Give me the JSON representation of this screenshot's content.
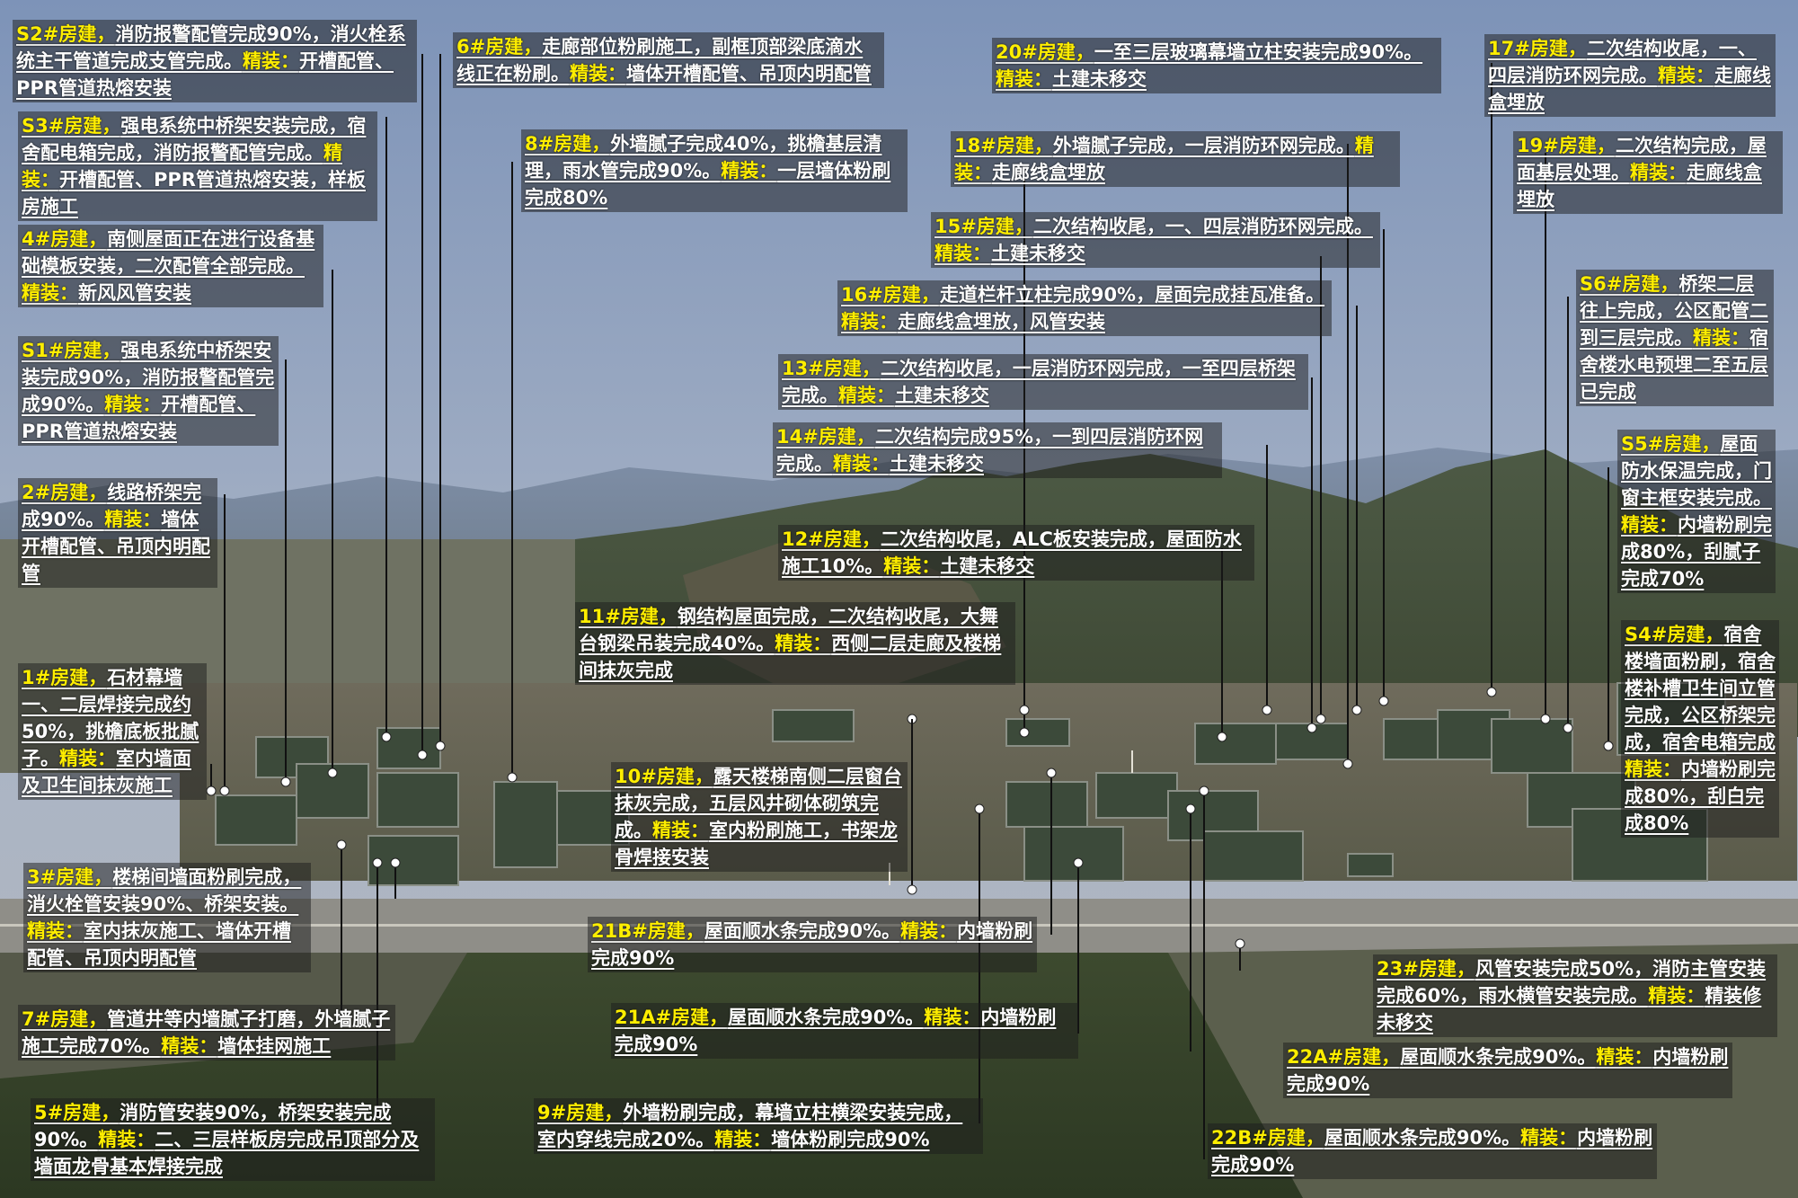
{
  "colors": {
    "building_label": "#ffee00",
    "decoration_label": "#ffee00",
    "text": "#ffffff",
    "label_background": "rgba(28,28,28,0.50)",
    "leader_line": "#111111"
  },
  "annotations": [
    {
      "id": "s2",
      "building": "S2#房建，",
      "progress": "消防报警配管完成90%，消火栓系统主干管道完成支管完成。",
      "decoration_label": "精装：",
      "decoration": "开槽配管、PPR管道热熔安装"
    },
    {
      "id": "s3",
      "building": "S3#房建，",
      "progress": "强电系统中桥架安装完成，宿舍配电箱完成，消防报警配管完成。",
      "decoration_label": "精装：",
      "decoration": "开槽配管、PPR管道热熔安装，样板房施工"
    },
    {
      "id": "b4",
      "building": "4#房建，",
      "progress": "南侧屋面正在进行设备基础模板安装，二次配管全部完成。",
      "decoration_label": "精装：",
      "decoration": "新风风管安装"
    },
    {
      "id": "s1",
      "building": "S1#房建，",
      "progress": "强电系统中桥架安装完成90%，消防报警配管完成90%。",
      "decoration_label": "精装：",
      "decoration": "开槽配管、PPR管道热熔安装"
    },
    {
      "id": "b2",
      "building": "2#房建，",
      "progress": "线路桥架完成90%。",
      "decoration_label": "精装：",
      "decoration": "墙体开槽配管、吊顶内明配管"
    },
    {
      "id": "b1",
      "building": "1#房建，",
      "progress": "石材幕墙一、二层焊接完成约50%，挑檐底板批腻子。",
      "decoration_label": "精装：",
      "decoration": "室内墙面及卫生间抹灰施工"
    },
    {
      "id": "b3",
      "building": "3#房建，",
      "progress": "楼梯间墙面粉刷完成，消火栓管安装90%、桥架安装。",
      "decoration_label": "精装：",
      "decoration": "室内抹灰施工、墙体开槽配管、吊顶内明配管"
    },
    {
      "id": "b7",
      "building": "7#房建，",
      "progress": "管道井等内墙腻子打磨，外墙腻子施工完成70%。",
      "decoration_label": "精装：",
      "decoration": "墙体挂网施工"
    },
    {
      "id": "b5",
      "building": "5#房建，",
      "progress": "消防管安装90%，桥架安装完成90%。",
      "decoration_label": "精装：",
      "decoration": "二、三层样板房完成吊顶部分及墙面龙骨基本焊接完成"
    },
    {
      "id": "b6",
      "building": "6#房建，",
      "progress": "走廊部位粉刷施工，副框顶部梁底滴水线正在粉刷。",
      "decoration_label": "精装：",
      "decoration": "墙体开槽配管、吊顶内明配管"
    },
    {
      "id": "b8",
      "building": "8#房建，",
      "progress": "外墙腻子完成40%，挑檐基层清理，雨水管完成90%。",
      "decoration_label": "精装：",
      "decoration": "一层墙体粉刷完成80%"
    },
    {
      "id": "b20",
      "building": "20#房建，",
      "progress": "一至三层玻璃幕墙立柱安装完成90%。",
      "decoration_label": "精装：",
      "decoration": "土建未移交"
    },
    {
      "id": "b18",
      "building": "18#房建，",
      "progress": "外墙腻子完成，一层消防环网完成。",
      "decoration_label": "精装：",
      "decoration": "走廊线盒埋放"
    },
    {
      "id": "b15",
      "building": "15#房建，",
      "progress": "二次结构收尾，一、四层消防环网完成。",
      "decoration_label": "精装：",
      "decoration": "土建未移交"
    },
    {
      "id": "b16",
      "building": "16#房建，",
      "progress": "走道栏杆立柱完成90%，屋面完成挂瓦准备。",
      "decoration_label": "精装：",
      "decoration": "走廊线盒埋放，风管安装"
    },
    {
      "id": "b13",
      "building": "13#房建，",
      "progress": "二次结构收尾，一层消防环网完成，一至四层桥架完成。",
      "decoration_label": "精装：",
      "decoration": "土建未移交"
    },
    {
      "id": "b14",
      "building": "14#房建，",
      "progress": "二次结构完成95%，一到四层消防环网完成。",
      "decoration_label": "精装：",
      "decoration": "土建未移交"
    },
    {
      "id": "b12",
      "building": "12#房建，",
      "progress": "二次结构收尾，ALC板安装完成，屋面防水施工10%。",
      "decoration_label": "精装：",
      "decoration": "土建未移交"
    },
    {
      "id": "b11",
      "building": "11#房建，",
      "progress": "钢结构屋面完成，二次结构收尾，大舞台钢梁吊装完成40%。",
      "decoration_label": "精装：",
      "decoration": "西侧二层走廊及楼梯间抹灰完成"
    },
    {
      "id": "b10",
      "building": "10#房建，",
      "progress": "露天楼梯南侧二层窗台抹灰完成，五层风井砌体砌筑完成。",
      "decoration_label": "精装：",
      "decoration": "室内粉刷施工，书架龙骨焊接安装"
    },
    {
      "id": "b21b",
      "building": "21B#房建，",
      "progress": "屋面顺水条完成90%。",
      "decoration_label": "精装：",
      "decoration": "内墙粉刷完成90%"
    },
    {
      "id": "b21a",
      "building": "21A#房建，",
      "progress": "屋面顺水条完成90%。",
      "decoration_label": "精装：",
      "decoration": "内墙粉刷完成90%"
    },
    {
      "id": "b9",
      "building": "9#房建，",
      "progress": "外墙粉刷完成，幕墙立柱横梁安装完成，室内穿线完成20%。",
      "decoration_label": "精装：",
      "decoration": "墙体粉刷完成90%"
    },
    {
      "id": "b17",
      "building": "17#房建，",
      "progress": "二次结构收尾，一、四层消防环网完成。",
      "decoration_label": "精装：",
      "decoration": "走廊线盒埋放"
    },
    {
      "id": "b19",
      "building": "19#房建，",
      "progress": "二次结构完成，屋面基层处理。",
      "decoration_label": "精装：",
      "decoration": "走廊线盒埋放"
    },
    {
      "id": "s6",
      "building": "S6#房建，",
      "progress": "桥架二层往上完成，公区配管二到三层完成。",
      "decoration_label": "精装：",
      "decoration": "宿舍楼水电预埋二至五层已完成"
    },
    {
      "id": "s5",
      "building": "S5#房建，",
      "progress": "屋面防水保温完成，门窗主框安装完成。",
      "decoration_label": "精装：",
      "decoration": "内墙粉刷完成80%，刮腻子完成70%"
    },
    {
      "id": "s4",
      "building": "S4#房建，",
      "progress": "宿舍楼墙面粉刷，宿舍楼补槽卫生间立管完成，公区桥架完成，宿舍电箱完成",
      "decoration_label": "精装：",
      "decoration": "内墙粉刷完成80%，刮白完成80%"
    },
    {
      "id": "b23",
      "building": "23#房建，",
      "progress": "风管安装完成50%，消防主管安装完成60%，雨水横管安装完成。",
      "decoration_label": "精装：",
      "decoration": "精装修未移交"
    },
    {
      "id": "b22a",
      "building": "22A#房建，",
      "progress": "屋面顺水条完成90%。",
      "decoration_label": "精装：",
      "decoration": "内墙粉刷完成90%"
    },
    {
      "id": "b22b",
      "building": "22B#房建，",
      "progress": "屋面顺水条完成90%。",
      "decoration_label": "精装：",
      "decoration": "内墙粉刷完成90%"
    }
  ]
}
